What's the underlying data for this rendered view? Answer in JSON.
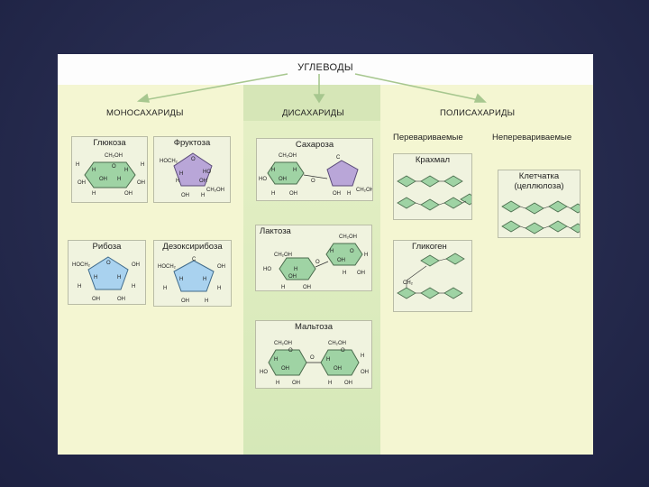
{
  "title": "УГЛЕВОДЫ",
  "categories": {
    "mono": "МОНОСАХАРИДЫ",
    "di": "ДИСАХАРИДЫ",
    "poly": "ПОЛИСАХАРИДЫ"
  },
  "poly_subtypes": {
    "digestible": "Перевариваемые",
    "indigestible": "Неперевариваемые"
  },
  "molecules": {
    "glucose": "Глюкоза",
    "fructose": "Фруктоза",
    "ribose": "Рибоза",
    "deoxyribose": "Дезоксирибоза",
    "sucrose": "Сахароза",
    "lactose": "Лактоза",
    "maltose": "Мальтоза",
    "starch": "Крахмал",
    "glycogen": "Гликоген",
    "cellulose_1": "Клетчатка",
    "cellulose_2": "(целлюлоза)"
  },
  "colors": {
    "background": "#262b4e",
    "green_band": "#d6e6b7",
    "yellow_band": "#f4f6d2",
    "glucose_ring": "#9fd3a4",
    "fructose_ring": "#b9a6d8",
    "ribose_ring": "#a9d2ef",
    "arrow": "#a7c78f"
  }
}
